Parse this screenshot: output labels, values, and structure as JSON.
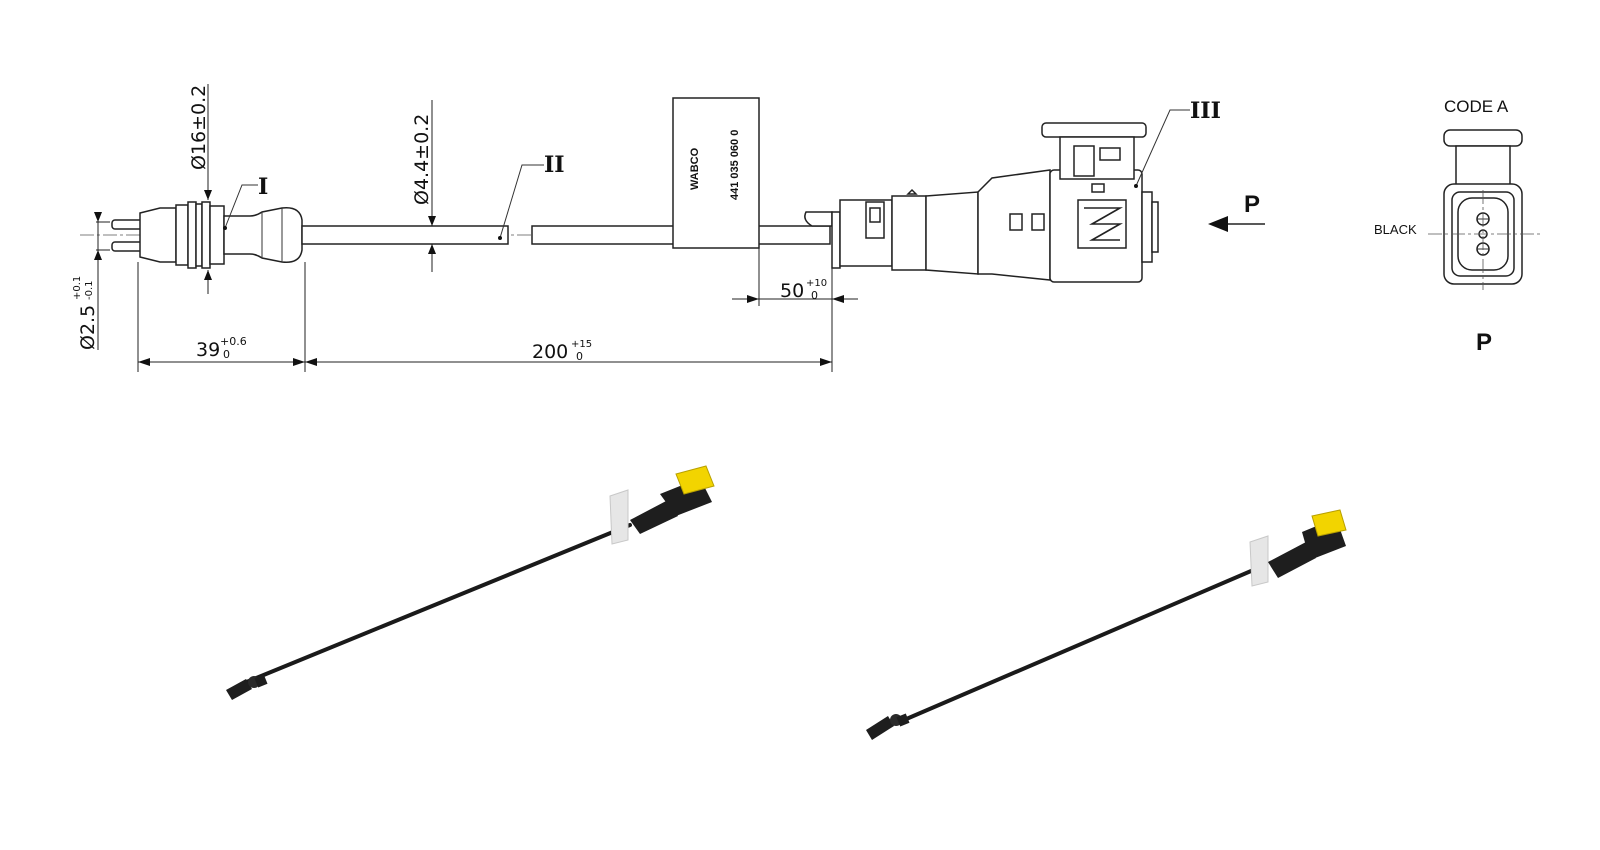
{
  "dimensions": {
    "dia_head": "Ø16±0.2",
    "dia_cable": "Ø4.4±0.2",
    "dia_pin": "Ø2.5",
    "dia_pin_tol_upper": "+0.1",
    "dia_pin_tol_lower": "-0.1",
    "len_sensor": "39",
    "len_sensor_tol_upper": "+0.6",
    "len_sensor_tol_lower": "0",
    "len_cable": "200",
    "len_cable_tol_upper": "+15",
    "len_cable_tol_lower": "0",
    "len_label": "50",
    "len_label_tol_upper": "+10",
    "len_label_tol_lower": "0"
  },
  "callouts": {
    "sensor": "I",
    "cable": "II",
    "connector": "III"
  },
  "label_flag": {
    "brand": "WABCO",
    "part_number": "441 035 060 0"
  },
  "view": {
    "arrow_label": "P",
    "code_title": "CODE A",
    "color_note": "BLACK",
    "view_label": "P"
  },
  "colors": {
    "line": "#222222",
    "cable": "#1a1a1a",
    "connector_body": "#1e1e1e",
    "coding_cap": "#f2d400",
    "label_flag": "#e6e6e6"
  }
}
